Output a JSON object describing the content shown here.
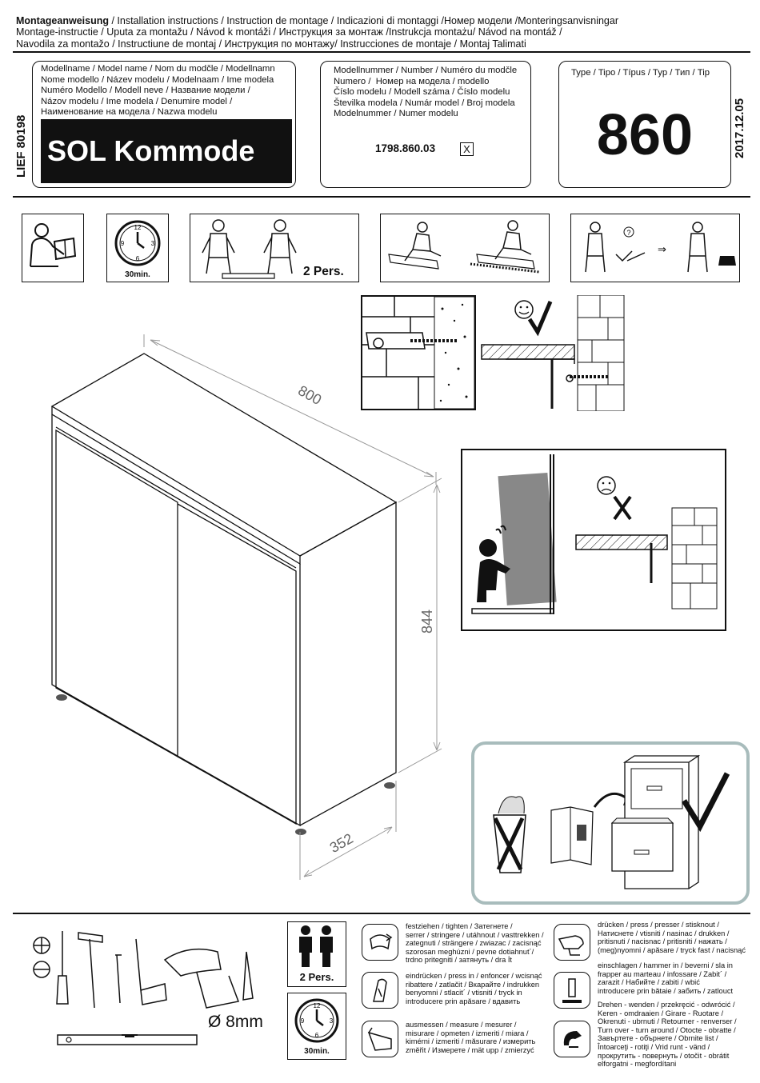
{
  "header": {
    "title_bold": "Montageanweisung",
    "line1_rest": " / Installation instructions / Instruction de montage / Indicazioni di montaggi /Номер модели /Monteringsanvisningar",
    "line2": " Montage-instructie / Uputa za montažu / Návod k montáži / Инструкция за монтаж /Instrukcja montażu/ Návod na montáž /",
    "line3": "Navodila za montažo / Instructiune de montaj / Инструкция по монтажу/ Instrucciones de montaje / Montaj Talimati"
  },
  "side_left": "LIEF 80198",
  "side_right": "2017.12.05",
  "model_name": {
    "labels": "Modellname / Model name / Nom du modčle / Modellnamn\nNome modello / Název modelu / Modelnaam / Ime modela\nNuméro Modello / Modell neve / Название модели /\nNázov modelu / Ime modela / Denumire model /\nНаименование на модела / Nazwa modelu",
    "value": "SOL Kommode"
  },
  "model_number": {
    "labels": "Modellnummer / Number / Numéro du modčle\nNumero /  Номер на модела / modello\nČíslo modelu / Modell száma / Číslo modelu\nŠtevilka modela / Numár model / Broj modela\nModelnummer / Numer modelu",
    "value": "1798.860.03",
    "mark": "X"
  },
  "type": {
    "labels": "Type / Tipo / Típus / Typ / Тип / Tip",
    "value": "860"
  },
  "pictos": {
    "time": "30min.",
    "persons": "2 Pers."
  },
  "dimensions": {
    "width": "800",
    "height": "844",
    "depth": "352"
  },
  "tools": {
    "drill": "Ø 8mm",
    "persons": "2 Pers.",
    "time": "30min."
  },
  "legend": {
    "tighten": "festziehen / tighten / Затегнете /\nserrer / stringere / utáhnout / vasttrekken /\nzategnuti / strängere / zwiazac / zacisnąć\nszorosan meghúzni / pevne dotiahnut´/\ntrdno pritegniti / затянуть / drа İt",
    "press_in": "eindrücken / press in / enfoncer / wcisnąć\nribattere / zatlačit / Вкарайте / indrukken\nbenyomni / stlacit´ / vtisniti / tryck in\nintroducere prin apăsare / вдавить",
    "measure": "ausmessen / measure / mesurer /\nmisurare / opmeten / izmeriti / miara /\nkimérni / izmeriti / măsurare / измерить\nzměřit / Измерете / mät upp / zmierzyć",
    "press": "drücken / press / presser / stisknout /\nНатиснете / vtisniti / nasinac / drukken /\npritisnuti / nacisnac / pritisniti / нажать /\n(meg)nyomni / apăsare / tryck fast / nacisnąć",
    "hammer": "einschlagen / hammer in / beverni / sla in\nfrapper au marteau / infossare / Zabit´ /\nzarazit / Набийте / zabiti / wbić\nintroducere prin bătaie / забить / zatlouct",
    "turn": "Drehen - wenden / przekręcić - odwrócić /\nKeren - omdraaien / Girare - Ruotare /\nOkrenuti - ubrnuti / Retourner - renverser /\nTurn over - turn around / Otocte - obratte /\nЗавъртете - обърнете / Obrnite list /\nÎntoarceţi - rotiţi / Vrid runt - vänd /\nпрокрутить - повернуть / otočit - obrátit\nelforgatni - megfordítani"
  }
}
